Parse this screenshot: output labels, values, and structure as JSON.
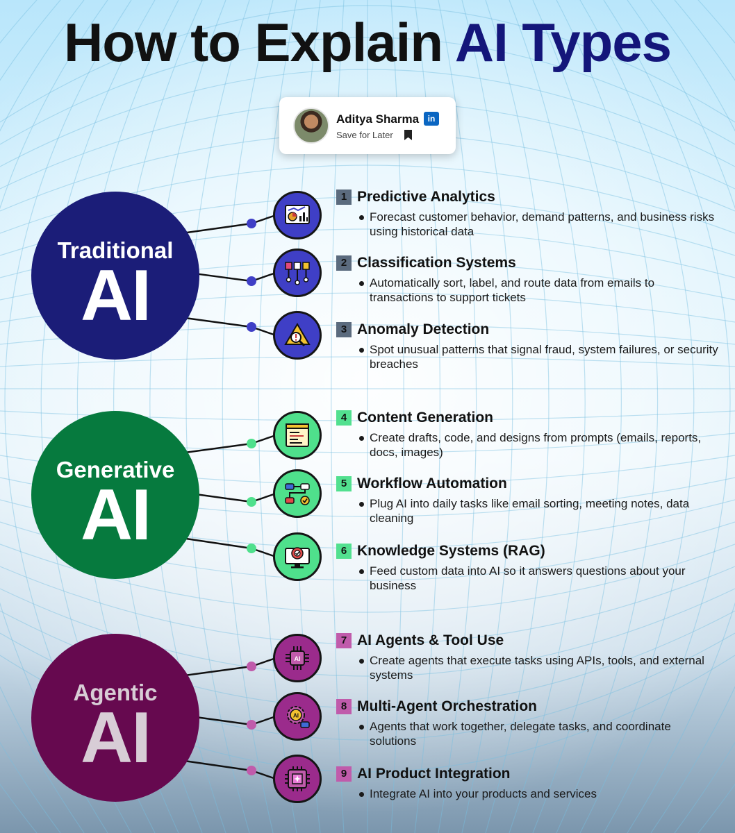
{
  "title": {
    "prefix": "How to Explain ",
    "accent": "AI Types"
  },
  "author": {
    "name": "Aditya Sharma",
    "network_badge": "in",
    "save_label": "Save for Later"
  },
  "colors": {
    "traditional": "#1b1d78",
    "generative": "#067a3e",
    "agentic": "#66094f",
    "title_accent": "#14167a"
  },
  "categories": [
    {
      "label": "Traditional",
      "big": "AI"
    },
    {
      "label": "Generative",
      "big": "AI"
    },
    {
      "label": "Agentic",
      "big": "AI"
    }
  ],
  "items": [
    {
      "num": "1",
      "title": "Predictive Analytics",
      "desc": "Forecast customer behavior, demand patterns, and business risks using historical data",
      "icon": "analytics-chart-icon"
    },
    {
      "num": "2",
      "title": "Classification Systems",
      "desc": "Automatically sort, label, and route data from emails to transactions to support tickets",
      "icon": "classification-icon"
    },
    {
      "num": "3",
      "title": "Anomaly Detection",
      "desc": "Spot unusual patterns that signal fraud, system failures, or security breaches",
      "icon": "warning-magnifier-icon"
    },
    {
      "num": "4",
      "title": "Content Generation",
      "desc": "Create drafts, code, and designs from prompts (emails, reports, docs, images)",
      "icon": "document-editor-icon"
    },
    {
      "num": "5",
      "title": "Workflow Automation",
      "desc": "Plug AI into daily tasks like email sorting, meeting notes, data cleaning",
      "icon": "workflow-icon"
    },
    {
      "num": "6",
      "title": "Knowledge Systems (RAG)",
      "desc": "Feed custom data into AI so it answers questions about your business",
      "icon": "monitor-gear-icon"
    },
    {
      "num": "7",
      "title": "AI Agents & Tool Use",
      "desc": "Create agents that execute tasks using APIs, tools, and external systems",
      "icon": "ai-chip-icon"
    },
    {
      "num": "8",
      "title": "Multi-Agent Orchestration",
      "desc": "Agents that work together, delegate tasks, and coordinate solutions",
      "icon": "ai-gear-icon"
    },
    {
      "num": "9",
      "title": "AI Product Integration",
      "desc": "Integrate AI into your products and services",
      "icon": "processor-icon"
    }
  ]
}
